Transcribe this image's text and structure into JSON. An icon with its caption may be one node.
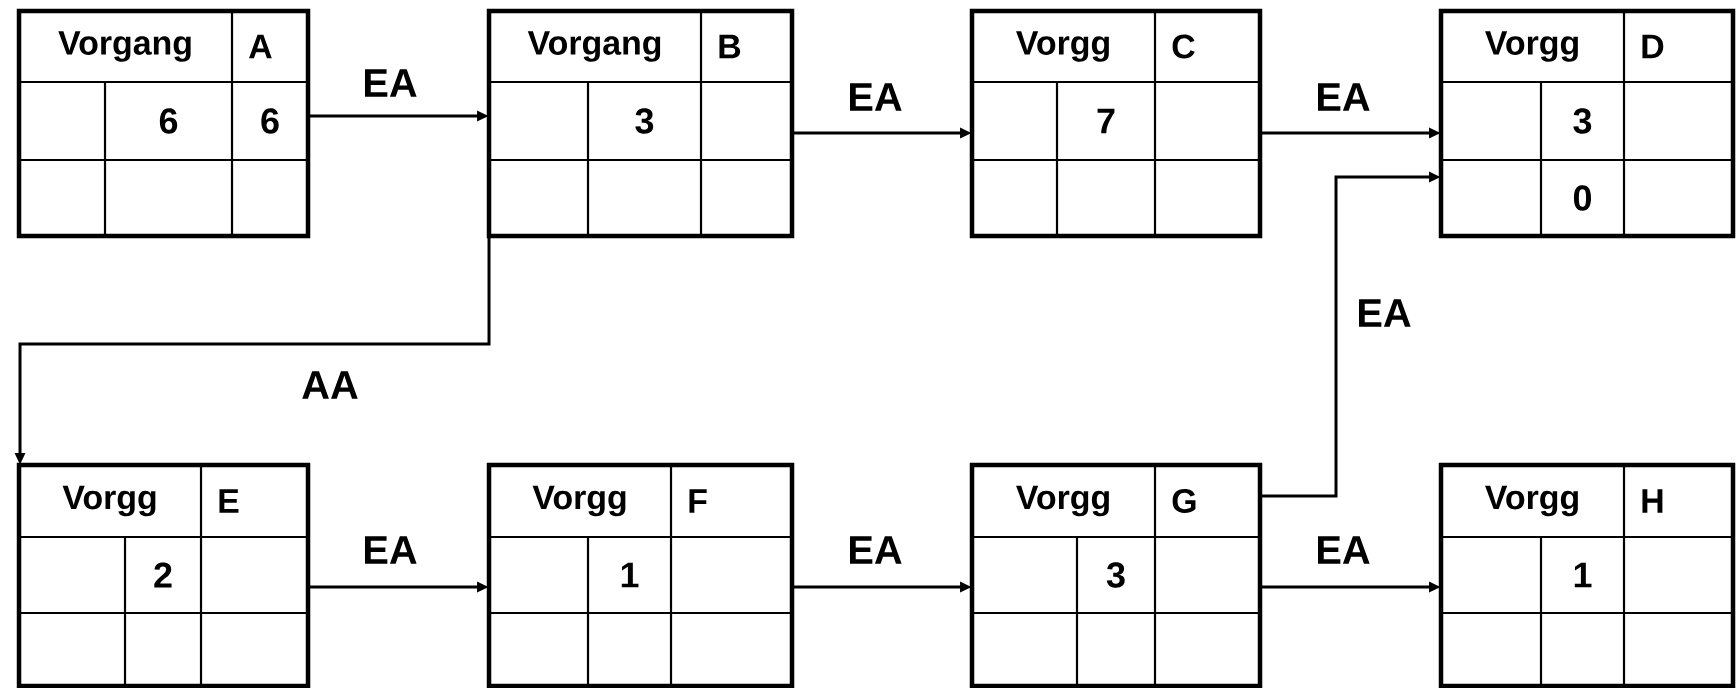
{
  "diagram": {
    "nodes": [
      {
        "text": [
          "Vorgang",
          "A",
          "6",
          "6"
        ]
      },
      {
        "text": [
          "Vorgang",
          "B",
          "3"
        ]
      },
      {
        "text": [
          "Vorgg",
          "C",
          "7"
        ]
      },
      {
        "text": [
          "Vorgg",
          "D",
          "3",
          "0"
        ]
      },
      {
        "text": [
          "Vorgg",
          "E",
          "2"
        ]
      },
      {
        "text": [
          "Vorgg",
          "F",
          "1"
        ]
      },
      {
        "text": [
          "Vorgg",
          "G",
          "3"
        ]
      },
      {
        "text": [
          "Vorgg",
          "H",
          "1"
        ]
      }
    ],
    "edges": [
      {
        "from": 0,
        "to": 1,
        "arrow": "to",
        "label": "EA"
      },
      {
        "from": 1,
        "to": 2,
        "arrow": "to",
        "label": "EA"
      },
      {
        "from": 2,
        "to": 3,
        "arrow": "to",
        "label": "EA"
      },
      {
        "from": 1,
        "to": 4,
        "arrow": "to",
        "label": "AA"
      },
      {
        "from": 6,
        "to": 3,
        "arrow": "to",
        "label": "EA"
      },
      {
        "from": 4,
        "to": 5,
        "arrow": "to",
        "label": "EA"
      },
      {
        "from": 5,
        "to": 6,
        "arrow": "to",
        "label": "EA"
      },
      {
        "from": 6,
        "to": 7,
        "arrow": "to",
        "label": "EA"
      }
    ]
  }
}
